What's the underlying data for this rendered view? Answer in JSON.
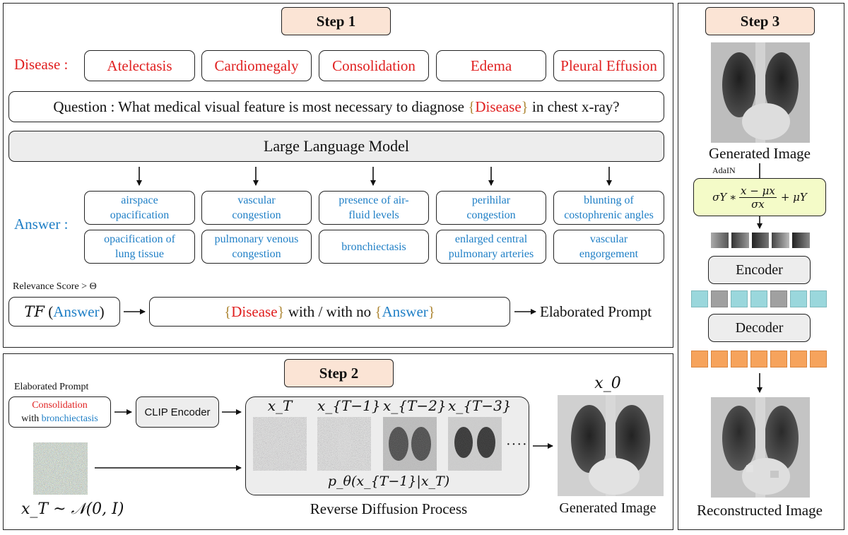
{
  "step1": {
    "title": "Step 1",
    "disease_label": "Disease :",
    "diseases": [
      "Atelectasis",
      "Cardiomegaly",
      "Consolidation",
      "Edema",
      "Pleural Effusion"
    ],
    "question_pre": "Question : What medical visual feature is most necessary to diagnose ",
    "question_var": "Disease",
    "question_post": " in chest x-ray?",
    "llm": "Large Language Model",
    "answer_label": "Answer :",
    "answers_row1": [
      [
        "airspace",
        "opacification"
      ],
      [
        "vascular",
        "congestion"
      ],
      [
        "presence of air-",
        "fluid levels"
      ],
      [
        "perihilar",
        "congestion"
      ],
      [
        "blunting of",
        "costophrenic angles"
      ]
    ],
    "answers_row2": [
      [
        "opacification of",
        "lung tissue"
      ],
      [
        "pulmonary venous",
        "congestion"
      ],
      [
        "bronchiectasis"
      ],
      [
        "enlarged central",
        "pulmonary arteries"
      ],
      [
        "vascular",
        "engorgement"
      ]
    ],
    "relevance": "Relevance Score > Θ",
    "tf_fn": "TF",
    "tf_arg": "Answer",
    "prompt_disease": "Disease",
    "prompt_mid": " with / with no ",
    "prompt_answer": "Answer",
    "prompt_result": "Elaborated Prompt"
  },
  "step2": {
    "title": "Step 2",
    "elab_label": "Elaborated Prompt",
    "elab_disease": "Consolidation",
    "elab_with": "with ",
    "elab_answer": "bronchiectasis",
    "clip": "CLIP Encoder",
    "x_labels": [
      "x_T",
      "x_{T−1}",
      "x_{T−2}",
      "x_{T−3}"
    ],
    "dots": "····",
    "p_theta": "p_θ(x_{T−1}|x_T)",
    "reverse": "Reverse Diffusion Process",
    "x0": "x_0",
    "generated": "Generated Image",
    "noise_eq": "x_T ~ 𝒩(0, I)"
  },
  "step3": {
    "title": "Step 3",
    "generated": "Generated Image",
    "adain": "AdaIN",
    "formula_sigma": "σY",
    "formula_num": "x − μx",
    "formula_den": "σx",
    "formula_plus": "+ μY",
    "encoder": "Encoder",
    "decoder": "Decoder",
    "reconstructed": "Reconstructed Image"
  },
  "colors": {
    "disease_red": "#e02020",
    "answer_blue": "#1f7fc6",
    "step_fill": "#fbe4d5",
    "adain_fill": "#f4fbc8",
    "token_blue": "#9ad7dc",
    "token_gray": "#a0a0a0",
    "token_orange": "#f6a35c"
  }
}
